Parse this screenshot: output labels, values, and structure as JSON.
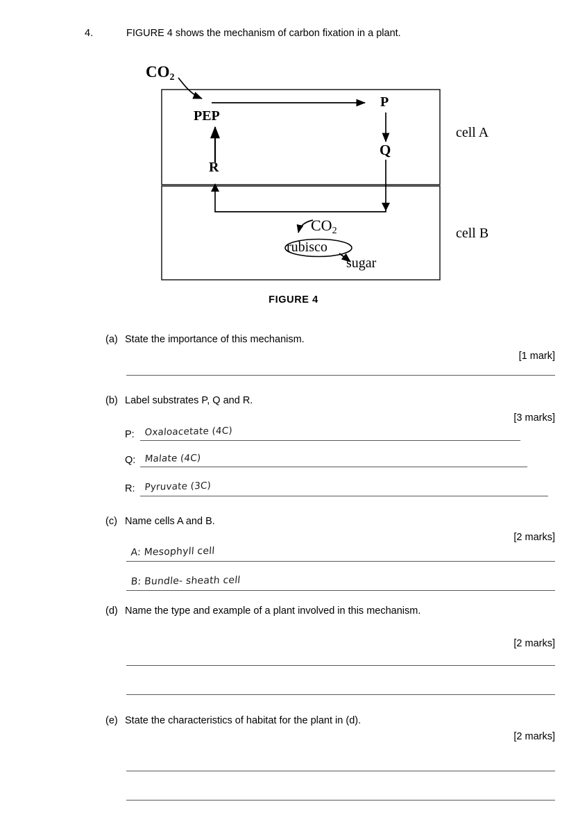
{
  "question": {
    "number": "4.",
    "stem": "FIGURE 4 shows the mechanism of carbon fixation in a plant."
  },
  "figure": {
    "caption": "FIGURE 4",
    "labels": {
      "co2_top": "CO",
      "co2_top_sub": "2",
      "pep": "PEP",
      "p": "P",
      "q": "Q",
      "r": "R",
      "cell_a": "cell A",
      "cell_b": "cell B",
      "co2_bottom": "CO",
      "co2_bottom_sub": "2",
      "rubisco": "rubisco",
      "sugar": "sugar"
    }
  },
  "parts": [
    {
      "label": "(a)",
      "text": "State the importance of this mechanism.",
      "marks": "[1 mark]"
    },
    {
      "label": "(b)",
      "text": "Label substrates P, Q and R.",
      "marks": "[3 marks]",
      "sub_labels": [
        "P:",
        "Q:",
        "R:"
      ],
      "answers": [
        "Oxaloacetate  (4C)",
        "Malate  (4C)",
        "Pyruvate  (3C)"
      ]
    },
    {
      "label": "(c)",
      "text": "Name cells A and B.",
      "marks": "[2 marks]",
      "answers": [
        "A: Mesophyll  cell",
        "B: Bundle- sheath  cell"
      ]
    },
    {
      "label": "(d)",
      "text": "Name the type and example of a plant involved in this mechanism.",
      "marks": "[2 marks]"
    },
    {
      "label": "(e)",
      "text": "State the characteristics of habitat for the plant in (d).",
      "marks": "[2 marks]"
    }
  ]
}
